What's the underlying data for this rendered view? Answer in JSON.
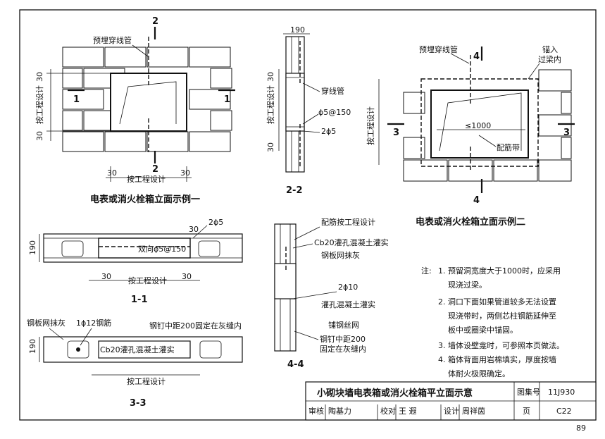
{
  "sheet_page": "89",
  "title_block": {
    "title": "小砌块墙电表箱或消火栓箱平立面示意",
    "atlas_label": "图集号",
    "atlas_no": "11J930",
    "page_label": "页",
    "page_no": "C22",
    "review_label": "审核",
    "review_name": "陶基力",
    "check_label": "校对",
    "check_name": "王 遐",
    "design_label": "设计",
    "design_name": "周祥茵"
  },
  "elevation1": {
    "caption": "电表或消火栓箱立面示例一",
    "pipe_label": "预埋穿线管",
    "sec_mark": "2",
    "side_mark": "1",
    "dim_30": "30",
    "dim_design": "按工程设计"
  },
  "elevation2": {
    "caption": "电表或消火栓箱立面示例二",
    "pipe_label": "预埋穿线管",
    "anchor_label_1": "锚入",
    "anchor_label_2": "过梁内",
    "sec_mark": "4",
    "side_mark": "3",
    "dim_width": "≤1000",
    "rebar_label": "配筋带",
    "dim_design": "按工程设计"
  },
  "section22": {
    "caption": "2-2",
    "dim_190": "190",
    "pipe_label": "穿线管",
    "rebar_1": "ϕ5@150",
    "rebar_2": "2ϕ5",
    "dim_30": "30",
    "dim_design": "按工程设计"
  },
  "section11": {
    "caption": "1-1",
    "dim_190": "190",
    "dim_30": "30",
    "rebar_top": "2ϕ5",
    "rebar_two": "双向ϕ5@150",
    "dim_design": "按工程设计"
  },
  "section33": {
    "caption": "3-3",
    "dim_190": "190",
    "mesh_label": "钢板网抹灰",
    "rebar_label": "1ϕ12钢筋",
    "nail_label": "钢钉中距200固定在灰缝内",
    "grout_label": "Cb20灌孔混凝土灌实",
    "dim_design": "按工程设计"
  },
  "section44": {
    "caption": "4-4",
    "rebar_design": "配筋按工程设计",
    "grout_label": "Cb20灌孔混凝土灌实",
    "mesh_label": "钢板网抹灰",
    "rebar_2phi10": "2ϕ10",
    "grout_fill": "灌孔混凝土灌实",
    "wire_mesh": "铺钢丝网",
    "nail_1": "钢钉中距200",
    "nail_2": "固定在灰缝内"
  },
  "notes": {
    "prefix": "注:",
    "n1a": "1. 预留洞宽度大于1000时，应采用",
    "n1b": "现浇过梁。",
    "n2a": "2. 洞口下面如果管道较多无法设置",
    "n2b": "现浇带时，两侧芯柱钢筋延伸至",
    "n2c": "板中或圈梁中锚固。",
    "n3": "3. 墙体设壁龛时，可参照本页做法。",
    "n4a": "4. 箱体背面用岩棉填实，厚度按墙",
    "n4b": "体耐火极限确定。"
  }
}
